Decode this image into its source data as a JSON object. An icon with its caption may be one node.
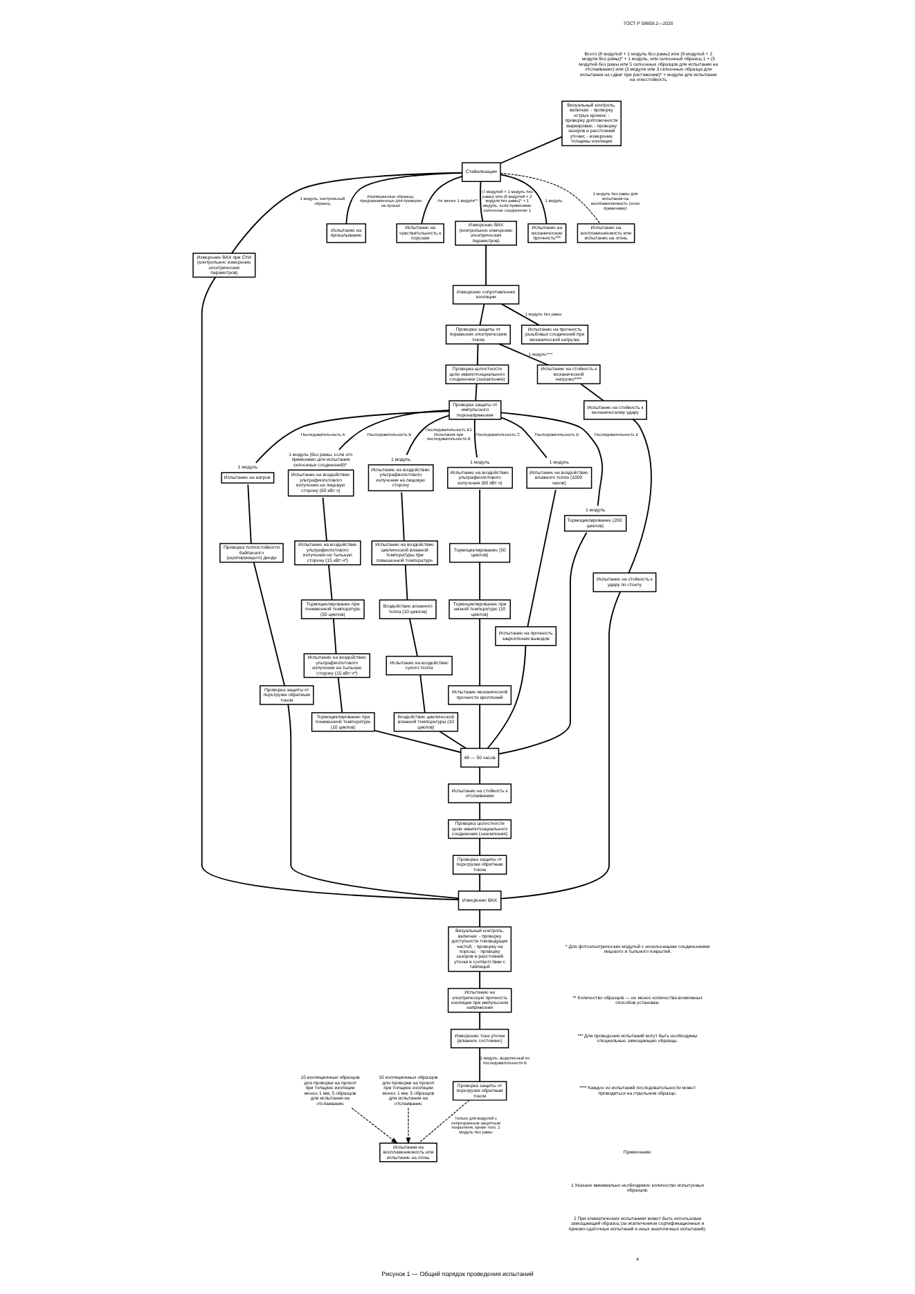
{
  "diagram": {
    "caption": "Рисунок 1 — Общий порядок проведения испытаний",
    "nodes": [
      {
        "text": [
          "Визуальный контроль, включая: - проверку острых кромок; - проверку долговечности маркировки; - проверку зазоров и расстояний утечки; - измерение толщины изоляции"
        ]
      },
      {
        "text": [
          "Стабилизация"
        ]
      },
      {
        "text": [
          "Измерение ВАХ при СУИ (контрольное измерение электрических параметров)"
        ]
      },
      {
        "text": [
          "Испытание на прокалывание"
        ]
      },
      {
        "text": [
          "Испытание на чувствительность к порезам"
        ]
      },
      {
        "text": [
          "Измерение ВАХ (контрольное измерение электрических параметров)"
        ]
      },
      {
        "text": [
          "Испытание на механическую прочность***"
        ]
      },
      {
        "text": [
          "Испытание на воспламеняемость или испытание на огонь"
        ]
      },
      {
        "text": [
          "Измерение сопротивления изоляции"
        ]
      },
      {
        "text": [
          "Проверка защиты от поражения электрическим током"
        ]
      },
      {
        "text": [
          "Проверка целостности цепи эквипотенциального соединения (заземления)"
        ]
      },
      {
        "text": [
          "Проверка защиты от импульсного перенапряжения"
        ]
      },
      {
        "text": [
          "Испытание на нагрев"
        ],
        "beside": [
          "1 модуль"
        ]
      },
      {
        "text": [
          "Проверка теплостойкости байпасного (шунтирующего) диода"
        ]
      },
      {
        "text": [
          "Проверка защиты от перегрузки обратным током"
        ]
      },
      {
        "text": [
          "Испытание на воздействие ультрафиолетового излучения на лицевую сторону (60 кВт·ч)"
        ],
        "beside": [
          "1 модуль (без рамы, если это применимо для испытания склеенных соединений)*"
        ]
      },
      {
        "text": [
          "Испытание на воздействие ультрафиолетового излучения на тыльную сторону (15 кВт·ч*)"
        ]
      },
      {
        "text": [
          "Термоциклирование при пониженной температуре (50 циклов)"
        ]
      },
      {
        "text": [
          "Испытание на воздействие ультрафиолетового излучения на тыльную сторону (15 кВт·ч*)"
        ]
      },
      {
        "text": [
          "Термоциклирование при пониженной температуре (10 циклов)"
        ]
      },
      {
        "text": [
          "Испытание на воздействие ультрафиолетового излучения на лицевую сторону"
        ],
        "beside": [
          "1 модуль"
        ]
      },
      {
        "text": [
          "Испытание на воздействие циклической влажной температуры при повышенной температуре"
        ]
      },
      {
        "text": [
          "Воздействие влажного тепла (10 циклов)"
        ]
      },
      {
        "text": [
          "Испытание на воздействие сухого тепла"
        ]
      },
      {
        "text": [
          "Воздействие циклической влажной температуры (10 циклов)"
        ]
      },
      {
        "text": [
          "Испытание на воздействие ультрафиолетового излучения (60 кВт·ч)"
        ],
        "beside": [
          "1 модуль"
        ]
      },
      {
        "text": [
          "Термоциклирование (50 циклов)"
        ]
      },
      {
        "text": [
          "Термоциклирование при низкой температуре (10 циклов)"
        ]
      },
      {
        "text": [
          "Испытание механической прочности креплений"
        ]
      },
      {
        "text": [
          "Испытание на воздействие влажного тепла (1000 часов)"
        ],
        "beside": [
          "1 модуль"
        ]
      },
      {
        "text": [
          "Испытание на прочность закрепления выводов"
        ]
      },
      {
        "text": [
          "Термоциклирование (200 циклов)"
        ],
        "beside": [
          "1 модуль"
        ]
      },
      {
        "text": [
          "48 — 50 часов"
        ]
      },
      {
        "text": [
          "Испытание на стойкость к отслаиванию"
        ]
      },
      {
        "text": [
          "Проверка целостности цепи эквипотенциального соединения (заземления)"
        ]
      },
      {
        "text": [
          "Проверка защиты от перегрузки обратным током"
        ]
      },
      {
        "text": [
          "Испытание на стойкость к механической нагрузке****"
        ]
      },
      {
        "text": [
          "Испытание на стойкость к механическому удару"
        ]
      },
      {
        "text": [
          "Испытание на стойкость к удару по стеклу"
        ]
      },
      {
        "text": [
          "Испытание на прочность резьбовых соединений при механической нагрузке"
        ]
      },
      {
        "text": [
          "Измерение ВАХ"
        ]
      },
      {
        "text": [
          "Визуальный контроль, включая: - проверку доступности токоведущих частей; - проверку на порезы; - проверку зазоров и расстояний утечки в соответствии с таблицей"
        ]
      },
      {
        "text": [
          "Испытание на электрическую прочность изоляции при импульсном напряжении"
        ]
      },
      {
        "text": [
          "Измерение тока утечки (влажное состояние)"
        ]
      },
      {
        "text": [
          "Проверка защиты от перегрузки обратным током"
        ]
      },
      {
        "text": [
          "Испытания на воспламеняемость или испытание на огонь"
        ]
      },
      {
        "text": [
          "10 изоляционных образцов для проверки на прокол при толщине изоляции менее 1 мм, 5 образцов для испытания на отслаивание"
        ]
      },
      {
        "text": [
          "10 изоляционных образцов для проверки на прокол при толщине изоляции менее 1 мм, 5 образцов для испытания на отслаивание"
        ]
      }
    ],
    "edges": [
      {
        "from": 0,
        "to": 1,
        "arrow": "none"
      },
      {
        "from": 1,
        "to": 2,
        "arrow": "none",
        "label": "1 модуль, контрольный образец"
      },
      {
        "from": 1,
        "to": 3,
        "arrow": "none",
        "label": "Изоляционные образцы, предназначенные для проверки на прокол"
      },
      {
        "from": 1,
        "to": 4,
        "arrow": "none",
        "label": "Не менее 1 модуля**"
      },
      {
        "from": 1,
        "to": 5,
        "arrow": "none",
        "label": "(7 модулей + 1 модуль без рамы) или (8 модулей + 2 модуля без рамы)* + 1 модуль, если применимо склеенное соединение 1"
      },
      {
        "from": 1,
        "to": 6,
        "arrow": "none",
        "label": "1 модуль"
      },
      {
        "from": 1,
        "to": 7,
        "arrow": "none",
        "style": "dashed",
        "label": "1 модуль без рамы для испытания на воспламеняемость (если применимо)"
      },
      {
        "from": 5,
        "to": 8,
        "arrow": "none"
      },
      {
        "from": 8,
        "to": 9,
        "arrow": "none"
      },
      {
        "from": 9,
        "to": 10,
        "arrow": "none"
      },
      {
        "from": 10,
        "to": 11,
        "arrow": "none"
      },
      {
        "from": 8,
        "to": 39,
        "arrow": "none",
        "label": "1 модуль без рамы"
      },
      {
        "from": 9,
        "to": 36,
        "arrow": "none",
        "label": "1 модуль****"
      },
      {
        "from": 11,
        "to": 12,
        "arrow": "none",
        "label": "Последовательность А"
      },
      {
        "from": 11,
        "to": 15,
        "arrow": "none",
        "label": "Последовательность В"
      },
      {
        "from": 11,
        "to": 20,
        "arrow": "none",
        "label": "Последовательность В1 Испытания при последовательности В"
      },
      {
        "from": 11,
        "to": 25,
        "arrow": "none",
        "label": "Последовательность С"
      },
      {
        "from": 11,
        "to": 29,
        "arrow": "none",
        "label": "Последовательность D"
      },
      {
        "from": 11,
        "to": 31,
        "arrow": "none",
        "label": "Последовательность Е"
      },
      {
        "from": 12,
        "to": 13,
        "arrow": "none"
      },
      {
        "from": 13,
        "to": 14,
        "arrow": "none"
      },
      {
        "from": 15,
        "to": 16,
        "arrow": "none"
      },
      {
        "from": 16,
        "to": 17,
        "arrow": "none"
      },
      {
        "from": 17,
        "to": 18,
        "arrow": "none"
      },
      {
        "from": 18,
        "to": 19,
        "arrow": "none"
      },
      {
        "from": 20,
        "to": 21,
        "arrow": "none"
      },
      {
        "from": 21,
        "to": 22,
        "arrow": "none"
      },
      {
        "from": 22,
        "to": 23,
        "arrow": "none"
      },
      {
        "from": 23,
        "to": 24,
        "arrow": "none"
      },
      {
        "from": 25,
        "to": 26,
        "arrow": "none"
      },
      {
        "from": 26,
        "to": 27,
        "arrow": "none"
      },
      {
        "from": 27,
        "to": 28,
        "arrow": "none"
      },
      {
        "from": 29,
        "to": 30,
        "arrow": "none"
      },
      {
        "from": 19,
        "to": 32,
        "arrow": "none"
      },
      {
        "from": 24,
        "to": 32,
        "arrow": "none"
      },
      {
        "from": 28,
        "to": 32,
        "arrow": "none"
      },
      {
        "from": 30,
        "to": 32,
        "arrow": "none"
      },
      {
        "from": 31,
        "to": 32,
        "arrow": "none"
      },
      {
        "from": 32,
        "to": 33,
        "arrow": "none"
      },
      {
        "from": 33,
        "to": 34,
        "arrow": "none"
      },
      {
        "from": 34,
        "to": 35,
        "arrow": "none"
      },
      {
        "from": 36,
        "to": 37,
        "arrow": "none"
      },
      {
        "from": 37,
        "to": 38,
        "arrow": "none"
      },
      {
        "from": 2,
        "to": 40,
        "arrow": "none"
      },
      {
        "from": 14,
        "to": 40,
        "arrow": "none"
      },
      {
        "from": 35,
        "to": 40,
        "arrow": "none"
      },
      {
        "from": 38,
        "to": 40,
        "arrow": "none"
      },
      {
        "from": 40,
        "to": 41,
        "arrow": "none"
      },
      {
        "from": 41,
        "to": 42,
        "arrow": "none"
      },
      {
        "from": 42,
        "to": 43,
        "arrow": "none"
      },
      {
        "from": 43,
        "to": 44,
        "arrow": "none",
        "label": "1 модуль, выделенный из последовательности В"
      },
      {
        "from": 44,
        "to": 45,
        "arrow": "none",
        "style": "dashed",
        "label": "Только для модулей с непрозрачным защитным покрытием, кроме того, 1 модуль без рамы"
      },
      {
        "from": 46,
        "to": 45,
        "arrow": "to",
        "style": "dashed"
      },
      {
        "from": 47,
        "to": 45,
        "arrow": "to",
        "style": "dashed"
      }
    ],
    "labels": [
      "ГОСТ Р 58809.2—2020",
      "Всего (8 модулей + 1 модуль без рамы) или (9 модулей + 2 модуля без рамы)* + 1 модуль, или склеенный образец 1 + (5 модулей без рамы или 5 склеенных образцов для испытания на отслаивание) или (3 модуля или 3 склеенных образца для испытания на сдвиг при растяжении)* + модули для испытания на огнестойкость",
      "* Для фотоэлектрических модулей с несклеенными соединениями лицевого и тыльного покрытий.",
      "** Количество образцов — не менее количества возможных способов установки.",
      "*** Для проведения испытаний могут быть необходимы специальные замещающие образцы.",
      "**** Каждое из испытаний последовательности может проводиться на отдельном образце.",
      "Примечания:",
      "1 Указано минимально необходимое количество испытуемых образцов.",
      "2 При климатических испытаниях может быть использован замещающий образец (за исключением сертификационных и приемо-сдаточных испытаний и иных аналогичных испытаний).",
      "4"
    ]
  }
}
